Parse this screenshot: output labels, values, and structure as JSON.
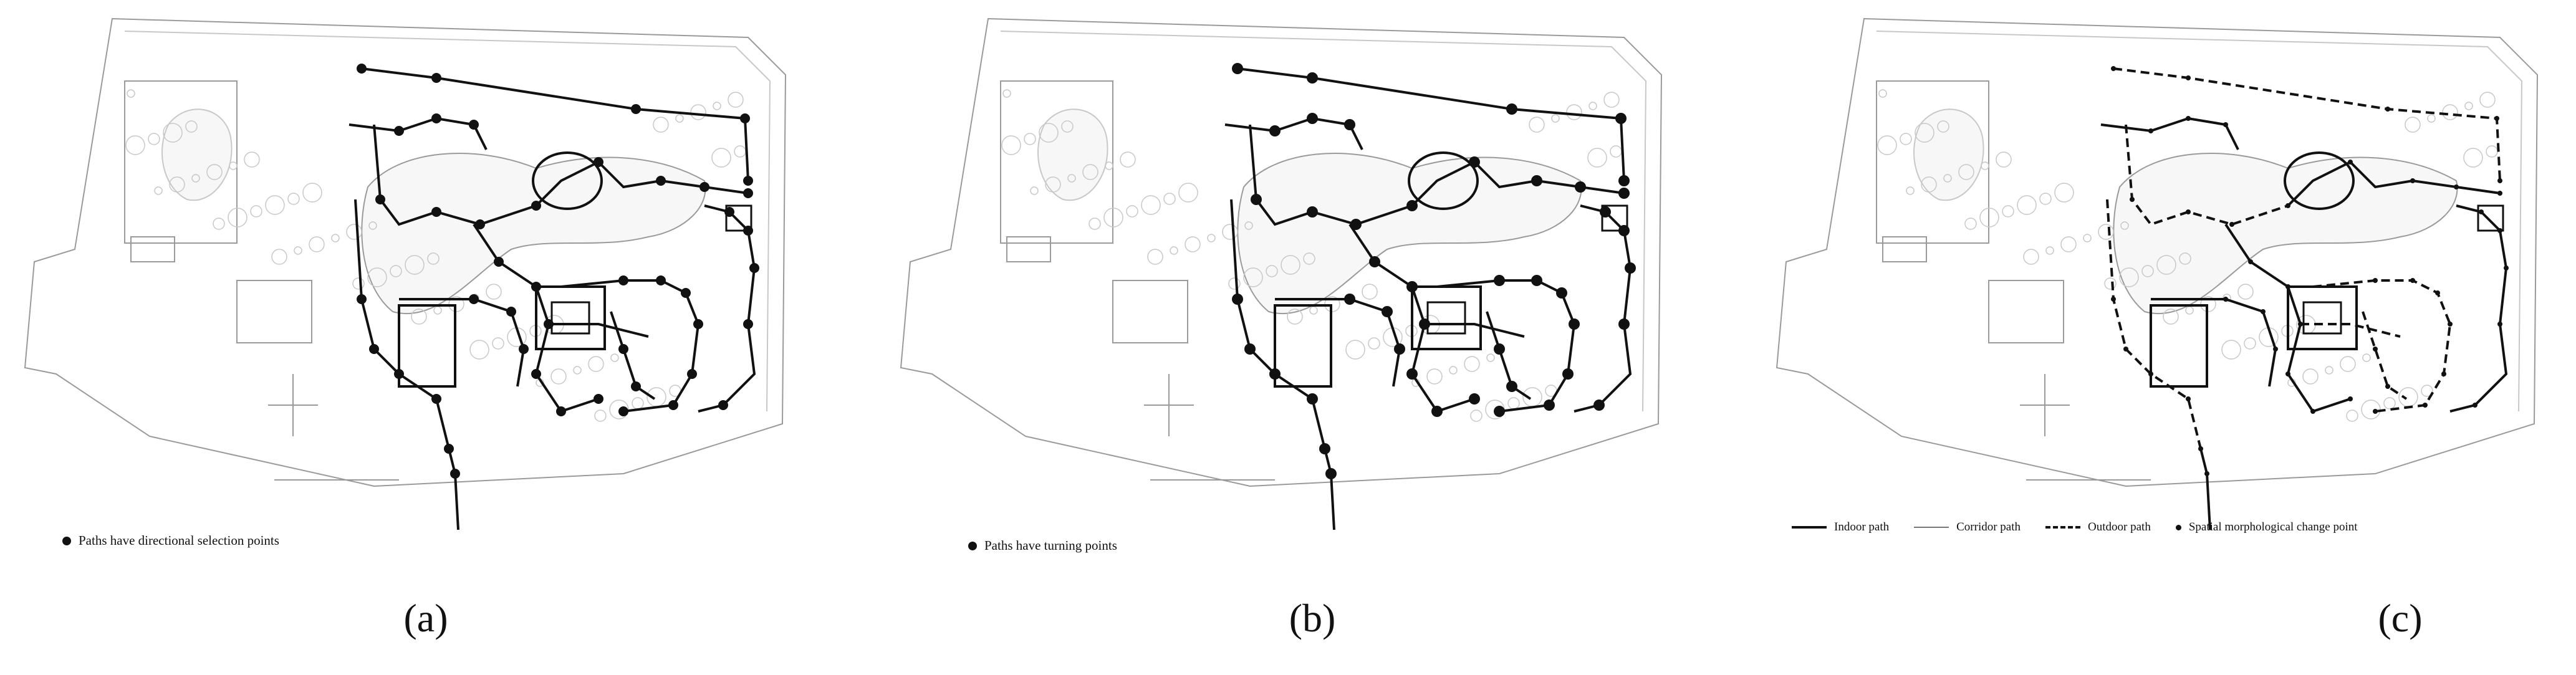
{
  "panels": [
    {
      "id": "a",
      "label": "(a)",
      "legend": "Paths have directional selection points"
    },
    {
      "id": "b",
      "label": "(b)",
      "legend": "Paths have turning points"
    },
    {
      "id": "c",
      "label": "(c)",
      "legend_items": [
        {
          "label": "Indoor path",
          "style": "solid-thick"
        },
        {
          "label": "Corridor path",
          "style": "solid-thin"
        },
        {
          "label": "Outdoor path",
          "style": "dashed"
        },
        {
          "label": "Spatial morphological change point",
          "style": "dot"
        }
      ]
    }
  ],
  "colors": {
    "ink": "#111111",
    "plan": "#9a9a9a",
    "plan_light": "#c8c8c8"
  }
}
